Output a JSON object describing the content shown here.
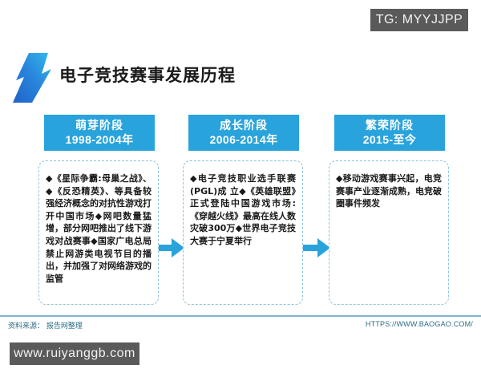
{
  "watermarks": {
    "top_right": "TG: MYYJJPP",
    "bottom_left": "www.ruiyanggb.com"
  },
  "header": {
    "title": "电子竞技赛事发展历程",
    "logo_icon": "blue-lightning-parallelogram-logo"
  },
  "colors": {
    "stage_blue": "#29a3dc",
    "arrow_blue": "#29a3dc",
    "box_border": "#8fc4da",
    "footer_text": "#2b6c87",
    "watermark_bg": "#5a5a5a",
    "logo_gradient_from": "#1f63c8",
    "logo_gradient_to": "#2fb7e8"
  },
  "timeline": {
    "arrow_icon": "arrow-right-icon",
    "stages": [
      {
        "name": "萌芽阶段",
        "period": "1998-2004年",
        "body": "◆《星际争霸:母巢之战》、◆《反恐精英》、等具备较强经济概念的对抗性游戏打开中国市场◆网吧数量猛增，部分网吧推出了线下游戏对战赛事◆国家广电总局禁止网游类电视节目的播出，并加强了对网络游戏的监管"
      },
      {
        "name": "成长阶段",
        "period": "2006-2014年",
        "body": "◆电子竞技职业选手联赛(PGL)成 立◆《英雄联盟》正式登陆中国游戏市场:《穿越火线》最高在线人数灾破300万◆世界电子竞技大赛于宁夏举行"
      },
      {
        "name": "繁荣阶段",
        "period": "2015-至今",
        "body": "◆移动游戏赛事兴起，电竞赛事产业逐渐成熟，电竞破圈事件频发"
      }
    ]
  },
  "footer": {
    "source": "资料来源： 报告网整理",
    "url": "HTTPS://WWW.BAOGAO.COM/"
  }
}
